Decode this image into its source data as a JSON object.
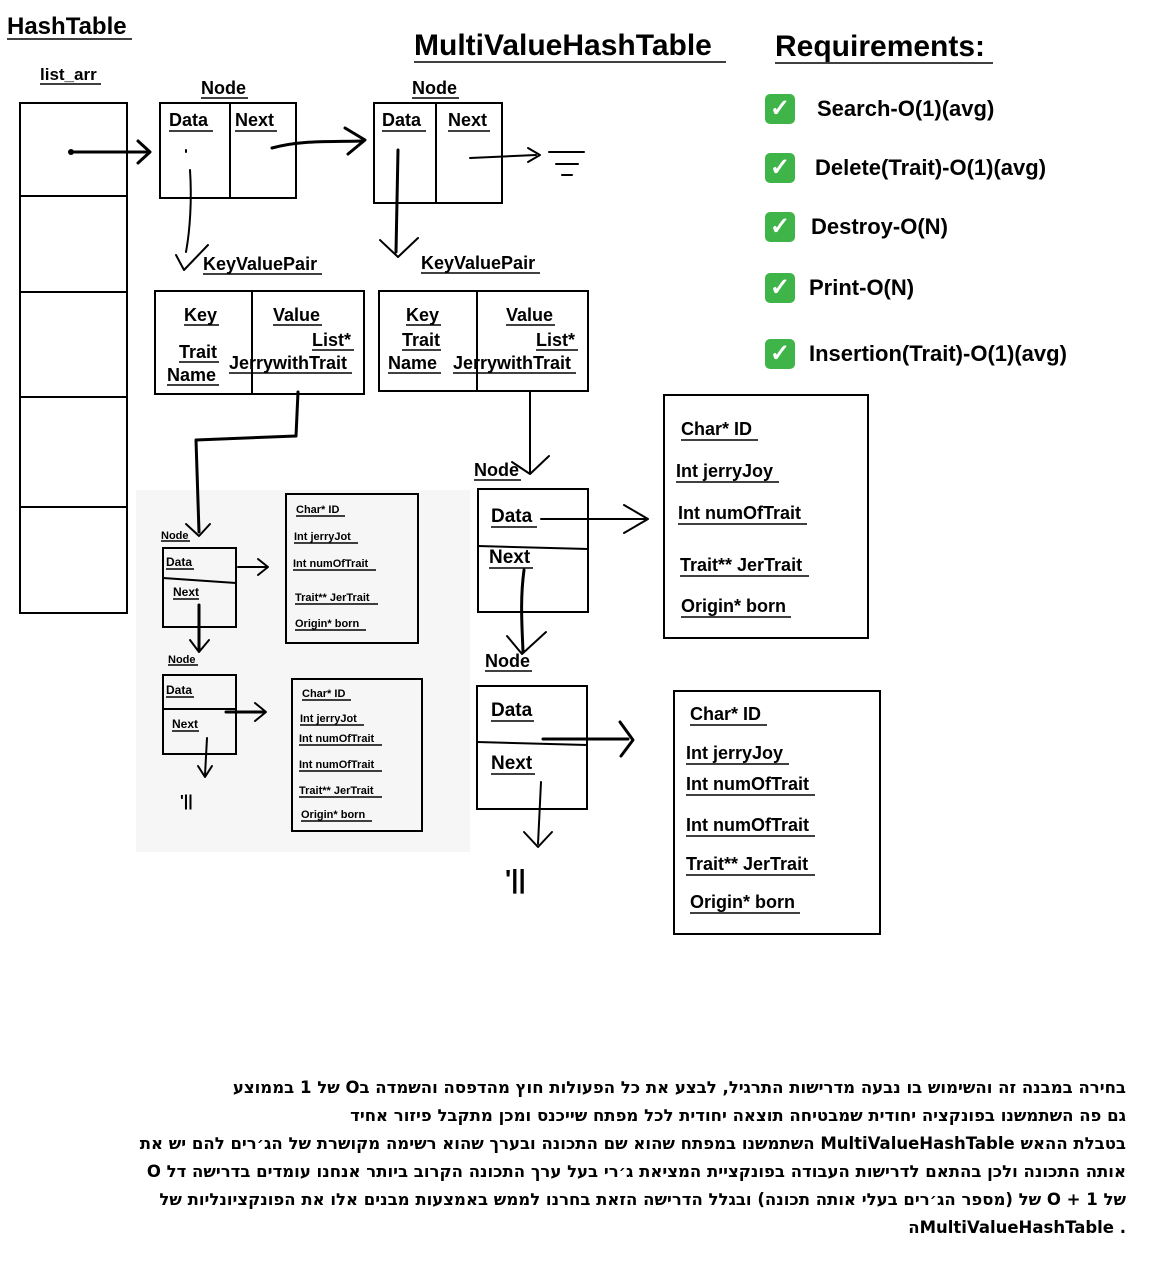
{
  "titles": {
    "hash_table": "HashTable",
    "multi_value": "MultiValueHashTable",
    "requirements": "Requirements:"
  },
  "labels": {
    "list_arr": "list_arr",
    "node": "Node",
    "data": "Data",
    "next": "Next",
    "key_value_pair": "KeyValuePair",
    "key": "Key",
    "value": "Value",
    "trait": "Trait",
    "name": "Name",
    "list_ptr": "List*",
    "jerry_with_trait": "JerrywithTrait",
    "null_mark": "'||"
  },
  "jerry_fields": {
    "id": "Char* ID",
    "joy_small": "Int jerryJot",
    "joy_small_2": "Int jerryJot",
    "joy": "Int jerryJoy",
    "num_of_trait": "Int numOfTrait",
    "jer_trait": "Trait** JerTrait",
    "origin": "Origin* born"
  },
  "requirements": [
    "Search-O(1)(avg)",
    "Delete(Trait)-O(1)(avg)",
    "Destroy-O(N)",
    "Print-O(N)",
    "Insertion(Trait)-O(1)(avg)"
  ],
  "check_icon": "check-mark-icon",
  "check_color": "#3fb449",
  "paragraph": [
    "בחירה במבנה זה והשימוש בו נבעה מדרישות התרגיל, לבצע את כל הפעולות חוץ מהדפסה והשמדה בO של 1 בממוצע",
    "גם פה השתמשנו בפונקציה יחודית שמבטיחה תוצאה יחודית לכל מפתח שייכנס ומכן מתקבל פיזור אחיד",
    "בטבלת ההאש MultiValueHashTable השתמשנו במפתח שהוא שם התכונה ובערך שהוא רשימה מקושרת של הג׳רים להם יש את",
    "אותה התכונה ולכן בהתאם לדרישות העבודה בפונקציית המציאת ג׳רי בעל ערך התכונה הקרוב ביותר אנחנו עומדים בדרישה דל O",
    "של 1 + O של (מספר הג׳רים בעלי אותה תכונה) ובגלל הדרישה הזאת בחרנו לממש באמצעות מבנים אלו את הפונקציונליות של",
    ". MultiValueHashTableה"
  ]
}
